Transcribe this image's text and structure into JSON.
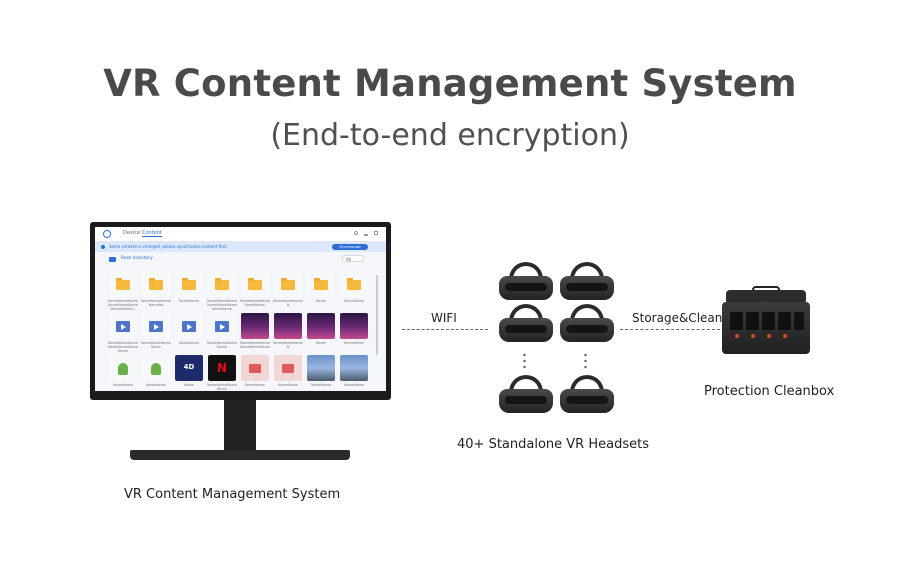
{
  "title": "VR Content Management System",
  "subtitle": "(End-to-end encryption)",
  "monitor": {
    "label": "VR Content Management System",
    "tabs": [
      "Device",
      "Content"
    ],
    "notice": "Some content is changed, please synchronize content first.",
    "sync_button": "Synchronize",
    "breadcrumb": "Root directory",
    "filter": "All",
    "rows": [
      [
        {
          "kind": "folder",
          "name": "NameNameNameNameNameNameNameNameN..."
        },
        {
          "kind": "folder",
          "name": "NameNameNameNameNa"
        },
        {
          "kind": "folder",
          "name": "NameName"
        },
        {
          "kind": "folder",
          "name": "NameNameNameNameNameNameNameName"
        },
        {
          "kind": "folder",
          "name": "NameNameNameNameName"
        },
        {
          "kind": "folder",
          "name": "NameNameNameN"
        },
        {
          "kind": "folder",
          "name": "Name"
        },
        {
          "kind": "folder",
          "name": "NameName"
        }
      ],
      [
        {
          "kind": "video",
          "name": "NameNameNameNameNameNameName"
        },
        {
          "kind": "video",
          "name": "NameNameNameName"
        },
        {
          "kind": "video",
          "name": "NameName"
        },
        {
          "kind": "video",
          "name": "NameNameNameName"
        },
        {
          "kind": "concert",
          "name": "NameNameNameNameNameName"
        },
        {
          "kind": "concert",
          "name": "NameNameNameN"
        },
        {
          "kind": "concert",
          "name": "Name"
        },
        {
          "kind": "concert",
          "name": "NameName"
        }
      ],
      [
        {
          "kind": "apk",
          "name": "NameName"
        },
        {
          "kind": "apk",
          "name": "NameName"
        },
        {
          "kind": "icon4d",
          "name": "Name"
        },
        {
          "kind": "netflix",
          "name": "NameNameNameName"
        },
        {
          "kind": "photo",
          "name": "NameName"
        },
        {
          "kind": "photo",
          "name": "NameName"
        },
        {
          "kind": "land",
          "name": "NameName"
        },
        {
          "kind": "land",
          "name": "NameName"
        }
      ]
    ]
  },
  "links": {
    "wifi": "WIFI",
    "storage": "Storage&Clean"
  },
  "headsets": {
    "label": "40+ Standalone VR Headsets"
  },
  "cleanbox": {
    "label": "Protection Cleanbox"
  }
}
